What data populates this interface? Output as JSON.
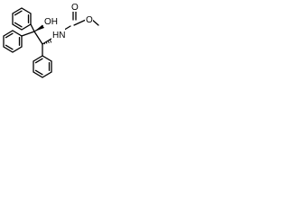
{
  "molecule": {
    "atom_labels": {
      "hydroxyl": "OH",
      "amide_nitrogen": "HN",
      "carbonyl_oxygen": "O",
      "ester_oxygen": "O"
    }
  }
}
